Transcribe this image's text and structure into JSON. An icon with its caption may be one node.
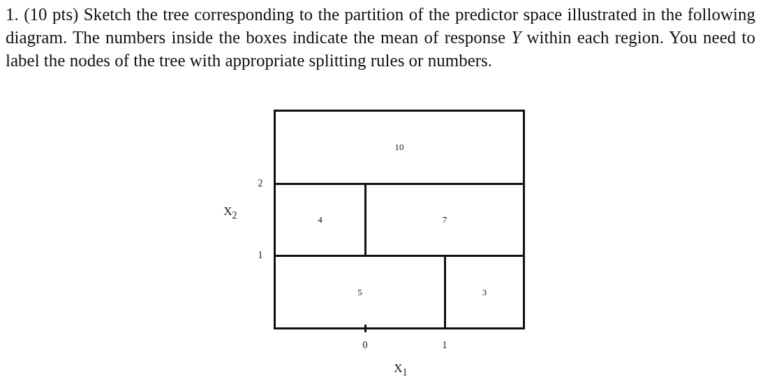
{
  "diagram": {
    "nodes": [
      {
        "text": [
          "10"
        ]
      },
      {
        "text": [
          "4"
        ]
      },
      {
        "text": [
          "7"
        ]
      },
      {
        "text": [
          "5"
        ]
      },
      {
        "text": [
          "3"
        ]
      }
    ],
    "edges": [],
    "labels": [
      "1. (10 pts) Sketch the tree corresponding to the partition of the predictor space illustrated in the following diagram. The numbers inside the boxes indicate the mean of response *Y* within each region. You need to label the nodes of the tree with appropriate splitting rules or numbers.",
      "2",
      "X$_{2}$",
      "1",
      "0",
      "1",
      "X$_{1}$"
    ]
  }
}
